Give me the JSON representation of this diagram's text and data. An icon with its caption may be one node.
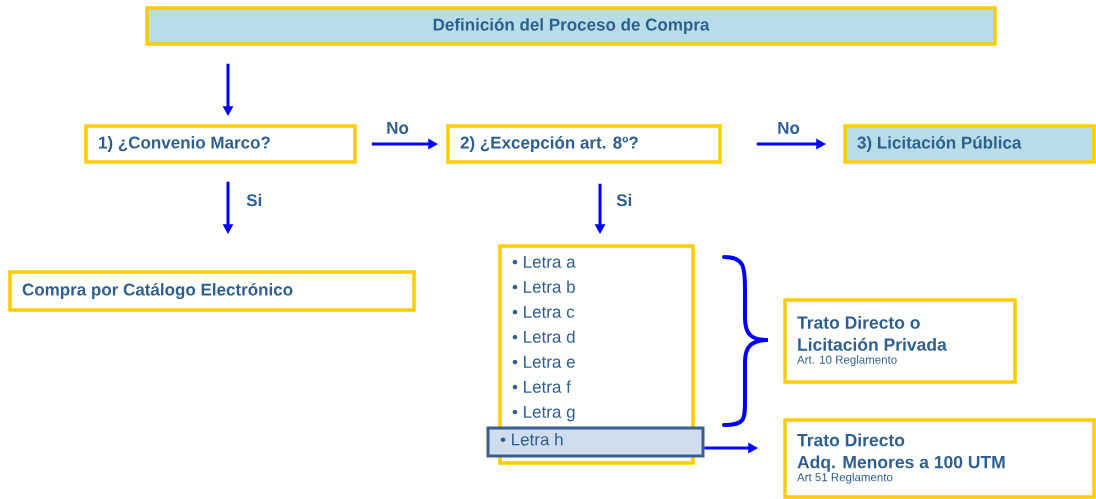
{
  "diagram": {
    "nodes": [
      {
        "text": [
          "Definición del Proceso de Compra"
        ]
      },
      {
        "text": [
          "1) ¿Convenio Marco?"
        ]
      },
      {
        "text": [
          "2) ¿Excepción art. 8º?"
        ]
      },
      {
        "text": [
          "3) Licitación Pública"
        ]
      },
      {
        "text": [
          "Compra por Catálogo Electrónico"
        ]
      },
      {
        "text": [
          "• Letra a",
          "• Letra b",
          "• Letra c",
          "• Letra d",
          "• Letra e",
          "• Letra f",
          "• Letra g"
        ]
      },
      {
        "text": [
          "• Letra h"
        ]
      },
      {
        "text": [
          "Trato Directo o Licitación Privada",
          "Art. 10 Reglamento"
        ]
      },
      {
        "text": [
          "Trato Directo",
          "Adq. Menores a 100 UTM",
          "Art 51 Reglamento"
        ]
      }
    ],
    "edges": [
      {
        "from": 0,
        "to": 1,
        "arrow": "to"
      },
      {
        "from": 1,
        "to": 2,
        "arrow": "to",
        "label": "No"
      },
      {
        "from": 2,
        "to": 3,
        "arrow": "to",
        "label": "No"
      },
      {
        "from": 1,
        "to": 4,
        "arrow": "to",
        "label": "Si"
      },
      {
        "from": 2,
        "to": 5,
        "arrow": "to",
        "label": "Si"
      },
      {
        "from": 6,
        "to": 8,
        "arrow": "to"
      }
    ]
  }
}
